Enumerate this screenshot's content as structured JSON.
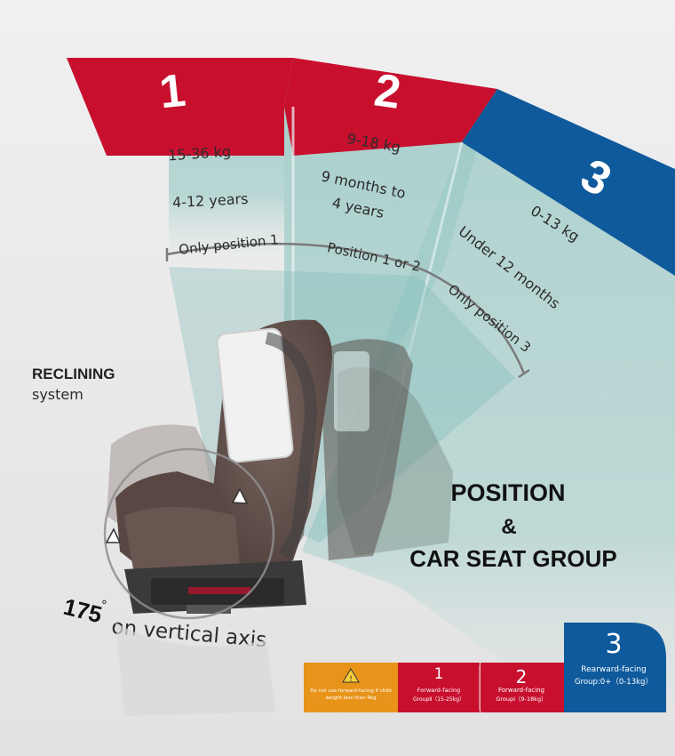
{
  "fan": {
    "zones": [
      {
        "number": "1",
        "weight": "15-36 kg",
        "age": "4-12 years",
        "color": "#c8102e"
      },
      {
        "number": "2",
        "weight": "9-18 kg",
        "age_line1": "9 months to",
        "age_line2": "4 years",
        "color": "#c8102e"
      },
      {
        "number": "3",
        "weight": "0-13 kg",
        "age": "Under 12 months",
        "color": "#0f5a9c"
      }
    ],
    "positions": [
      "Only position 1",
      "Position 1 or 2",
      "Only position 3"
    ],
    "teal": "#8cc2bf"
  },
  "reclining": {
    "line1": "RECLINING",
    "line2": "system"
  },
  "rotation": {
    "degrees": "175",
    "degree_mark": "°",
    "text": "on vertical axis"
  },
  "heading": {
    "line1": "POSITION",
    "line2": "&",
    "line3": "CAR SEAT GROUP"
  },
  "legend": {
    "warning": {
      "line1": "Do not use forward-facing if child",
      "line2": "weight less than 9kg",
      "color": "#e8941a"
    },
    "items": [
      {
        "number": "1",
        "line1": "Forward-facing",
        "line2": "GroupⅡ（15-25kg）",
        "color": "#c8102e"
      },
      {
        "number": "2",
        "line1": "Forward-facing",
        "line2": "GroupⅠ（9-18kg）",
        "color": "#c8102e"
      },
      {
        "number": "3",
        "line1": "Rearward-facing",
        "line2": "Group:0+（0-13kg）",
        "color": "#0f5a9c"
      }
    ]
  }
}
